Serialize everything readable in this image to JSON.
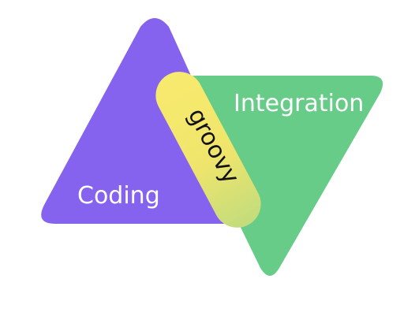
{
  "diagram": {
    "colors": {
      "background": "#ffffff",
      "coding_triangle": "#8563ee",
      "integration_triangle": "#66cc88",
      "pill_top": "#f7ea6e",
      "pill_bottom": "#c2dc7c",
      "label_white": "#ffffff",
      "label_dark": "#111111"
    },
    "shapes": [
      {
        "name": "Coding",
        "label": "Coding",
        "shape": "triangle-up",
        "color": "#8563ee"
      },
      {
        "name": "Integration",
        "label": "Integration",
        "shape": "triangle-down",
        "color": "#66cc88"
      }
    ],
    "overlap": {
      "label": "groovy",
      "shape": "pill"
    }
  }
}
